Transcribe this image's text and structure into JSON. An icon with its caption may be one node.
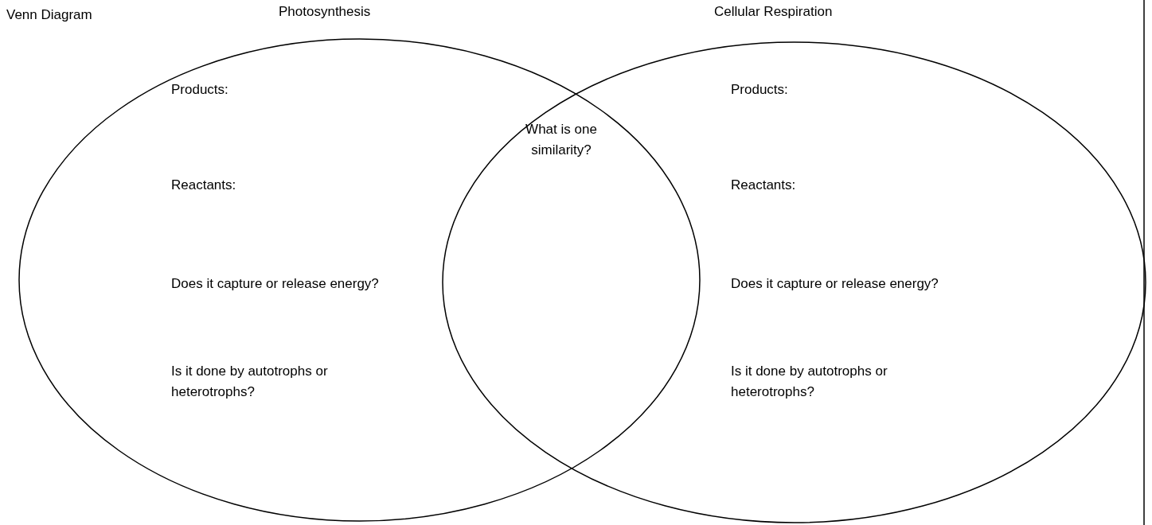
{
  "diagram": {
    "title": "Venn Diagram",
    "nodes": [
      {
        "text": [
          "Photosynthesis",
          "Products:",
          "Reactants:",
          "Does it capture or release energy?",
          "Is it done by autotrophs or heterotrophs?"
        ]
      },
      {
        "text": [
          "Cellular Respiration",
          "Products:",
          "Reactants:",
          "Does it capture or release energy?",
          "Is it done by autotrophs or heterotrophs?"
        ]
      }
    ],
    "labels": [
      "What is one similarity?"
    ]
  }
}
